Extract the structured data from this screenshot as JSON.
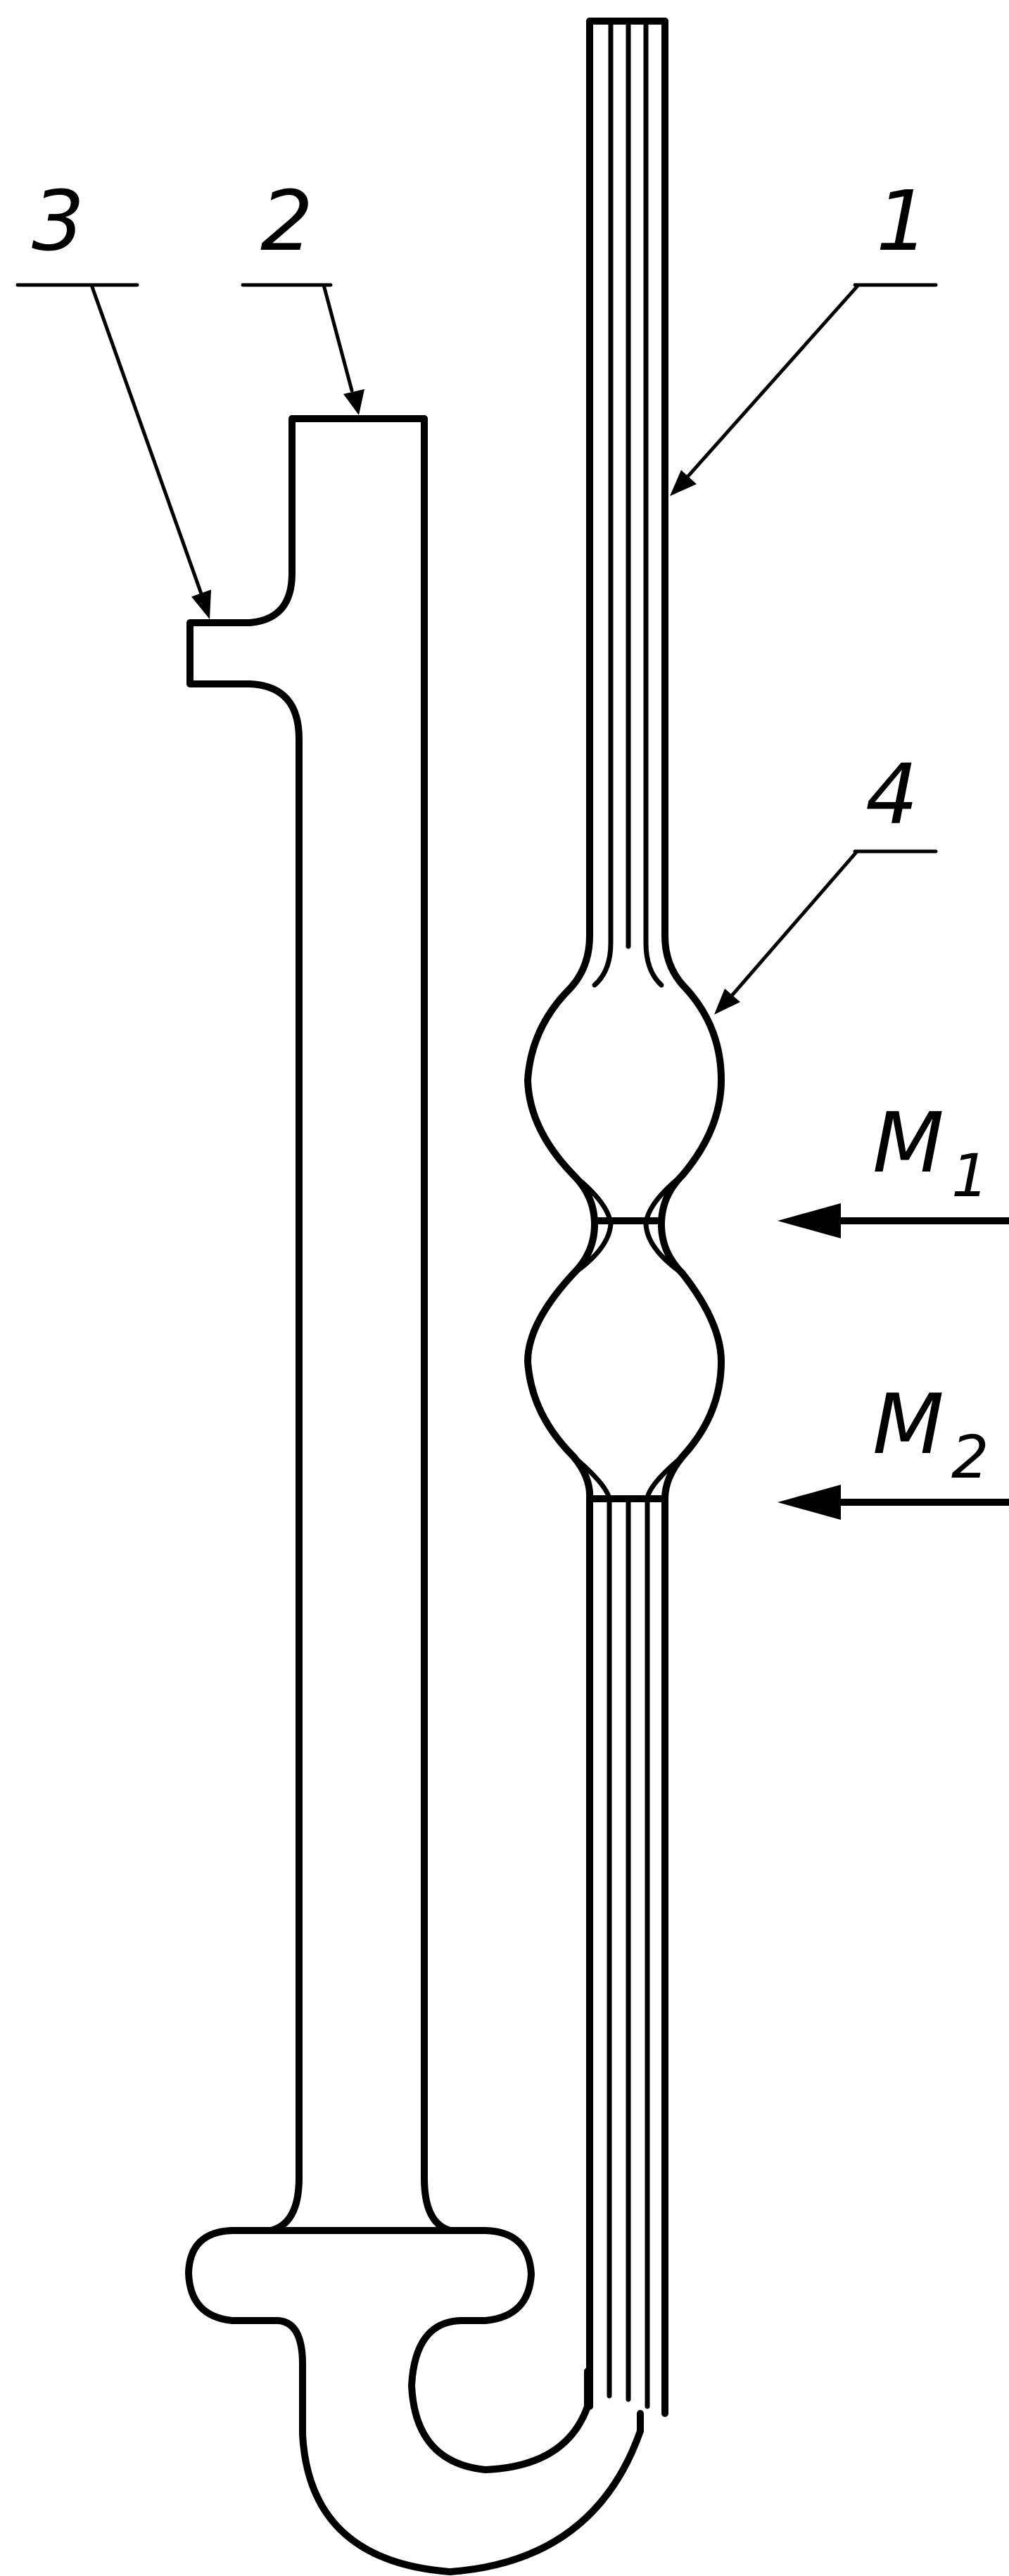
{
  "labels": {
    "part_1": "1",
    "part_2": "2",
    "part_3": "3",
    "part_4": "4",
    "mark_m1": "M",
    "mark_m1_sub": "1",
    "mark_m2": "M",
    "mark_m2_sub": "2"
  },
  "colors": {
    "line": "#000000",
    "background": "#ffffff"
  }
}
